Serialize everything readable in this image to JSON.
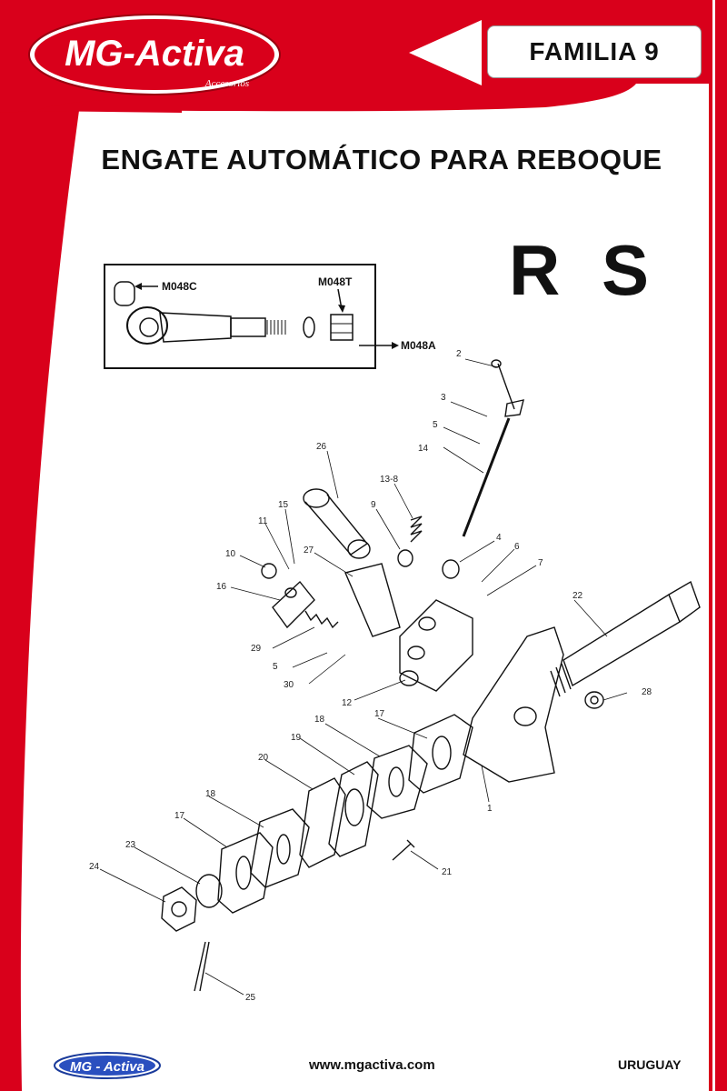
{
  "brand": {
    "logo_text": "MG-Activa",
    "logo_subtext": "Accesorios",
    "footer_logo_text": "MG - Activa",
    "accent_color": "#d9001b"
  },
  "header": {
    "familia_label": "FAMILIA 9"
  },
  "page": {
    "title": "ENGATE AUTOMÁTICO PARA REBOQUE",
    "model": "R S"
  },
  "inset": {
    "labels": [
      "M048C",
      "M048T",
      "M048A"
    ]
  },
  "diagram": {
    "part_numbers": [
      "1",
      "2",
      "3",
      "4",
      "5",
      "5",
      "6",
      "7",
      "9",
      "10",
      "11",
      "12",
      "13-8",
      "14",
      "15",
      "16",
      "17",
      "17",
      "18",
      "18",
      "19",
      "20",
      "21",
      "22",
      "23",
      "24",
      "25",
      "26",
      "27",
      "28",
      "29",
      "30"
    ]
  },
  "footer": {
    "url": "www.mgactiva.com",
    "country": "URUGUAY"
  }
}
